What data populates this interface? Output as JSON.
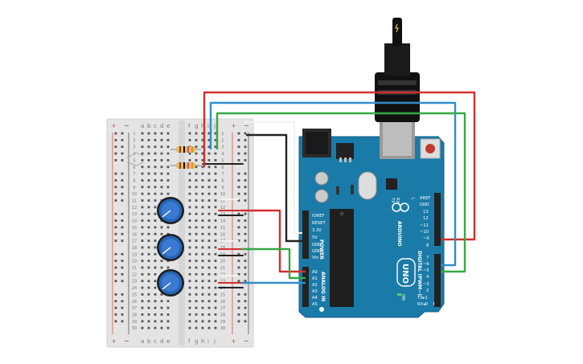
{
  "breadboard": {
    "column_letters_left": [
      "a",
      "b",
      "c",
      "d",
      "e"
    ],
    "column_letters_right": [
      "f",
      "g",
      "h",
      "i",
      "j"
    ],
    "rail_plus": "+",
    "rail_minus": "−",
    "row_numbers": [
      "1",
      "2",
      "3",
      "4",
      "5",
      "6",
      "7",
      "8",
      "9",
      "10",
      "11",
      "12",
      "13",
      "14",
      "15",
      "16",
      "17",
      "18",
      "19",
      "20",
      "21",
      "22",
      "23",
      "24",
      "25",
      "26",
      "27",
      "28",
      "29",
      "30"
    ]
  },
  "arduino": {
    "brand": "ARDUINO",
    "model": "UNO",
    "on_label": "ON",
    "tx_label": "TX",
    "rx_label": "RX",
    "l_label": "L",
    "power_header_title": "POWER",
    "power_pins": [
      "IOREF",
      "RESET",
      "3.3V",
      "5V",
      "GND",
      "GND",
      "Vin"
    ],
    "analog_header_title": "ANALOG IN",
    "analog_pins": [
      "A0",
      "A1",
      "A2",
      "A3",
      "A4",
      "A5"
    ],
    "digital_header_title": "DIGITAL (PWM~)",
    "digital_pins_top": [
      "AREF",
      "GND",
      "13",
      "12",
      "~11",
      "~10",
      "~9",
      "8"
    ],
    "digital_pins_bottom": [
      "7",
      "~6",
      "~5",
      "4",
      "~3",
      "2",
      "TX▸1",
      "RX◂0"
    ]
  },
  "wire_colors": {
    "red": "#d32f2f",
    "blue": "#2e8fca",
    "green": "#35a845",
    "black": "#222222",
    "white": "#f2f2f2"
  },
  "colors": {
    "arduino_board": "#1a7aa8",
    "breadboard": "#e6e6e6",
    "pot_knob": "#2565b5",
    "resistor_body": "#e8b971"
  }
}
